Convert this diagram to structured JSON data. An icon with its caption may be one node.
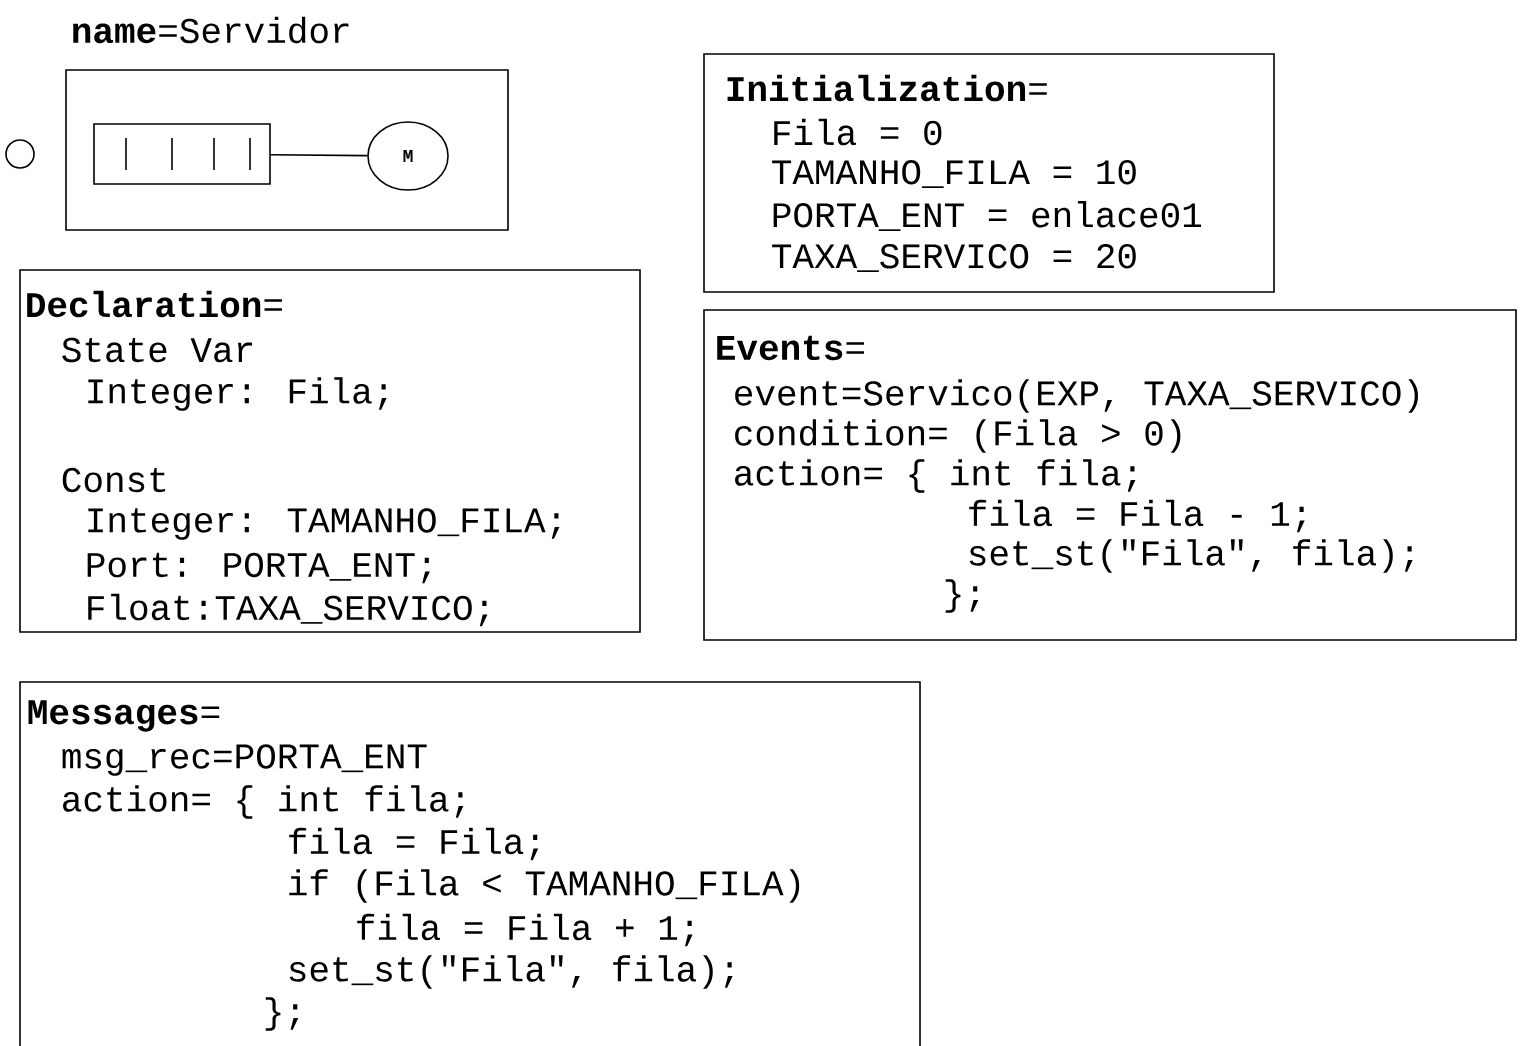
{
  "diagram": {
    "nodes": [
      {
        "text": [
          "**name**=Servidor"
        ]
      },
      {
        "text": [],
        "shape": "circle"
      },
      {
        "text": [],
        "shape": "box",
        "in": 0
      },
      {
        "text": [
          "M"
        ],
        "in": 0
      },
      {
        "text": [
          "**Initialization**=",
          "Fila = 0",
          "TAMANHO_FILA = 10",
          "PORTA_ENT = enlace01",
          "TAXA_SERVICO = 20"
        ]
      },
      {
        "text": [
          "**Declaration**=",
          "State Var",
          "Integer: Fila;",
          "Const",
          "Integer: TAMANHO_FILA;",
          "Port: PORTA_ENT;",
          "Float:TAXA_SERVICO;"
        ]
      },
      {
        "text": [
          "**Events**=",
          "event=Servico(EXP, TAXA_SERVICO)",
          "condition= (Fila > 0)",
          "action= { int fila;",
          "fila = Fila - 1;",
          "set_st(\"Fila\", fila);",
          "};"
        ]
      },
      {
        "text": [
          "**Messages**=",
          "msg_rec=PORTA_ENT",
          "action= { int fila;",
          "fila = Fila;",
          "if (Fila < TAMANHO_FILA)",
          "fila = Fila  + 1;",
          "set_st(\"Fila\", fila);",
          "};"
        ]
      }
    ],
    "edges": [
      {
        "from": 2,
        "to": 3,
        "arrow": "none"
      }
    ]
  }
}
